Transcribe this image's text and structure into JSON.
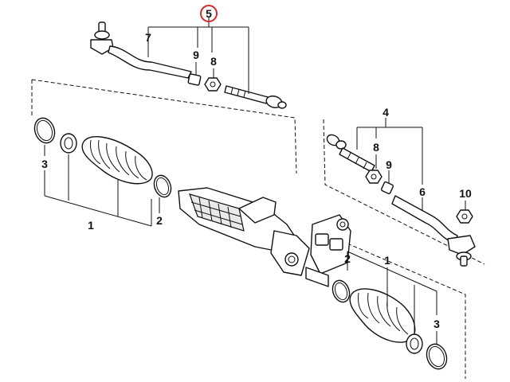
{
  "colors": {
    "highlight": "#d12b2b",
    "ink": "#111111",
    "background": "#ffffff"
  },
  "callouts": {
    "left_boot": "1",
    "right_boot": "1",
    "left_clamp_small": "2",
    "right_clamp_small": "2",
    "left_clamp_large": "3",
    "right_clamp_large": "3",
    "right_tie_rod_assembly": "4",
    "left_tie_rod_assembly": "5",
    "right_tie_rod_end": "6",
    "left_tie_rod_end": "7",
    "left_lock_nut": "8",
    "right_lock_nut": "8",
    "left_sleeve": "9",
    "right_sleeve": "9",
    "self_locking_nut": "10"
  },
  "highlighted_callout": "5"
}
